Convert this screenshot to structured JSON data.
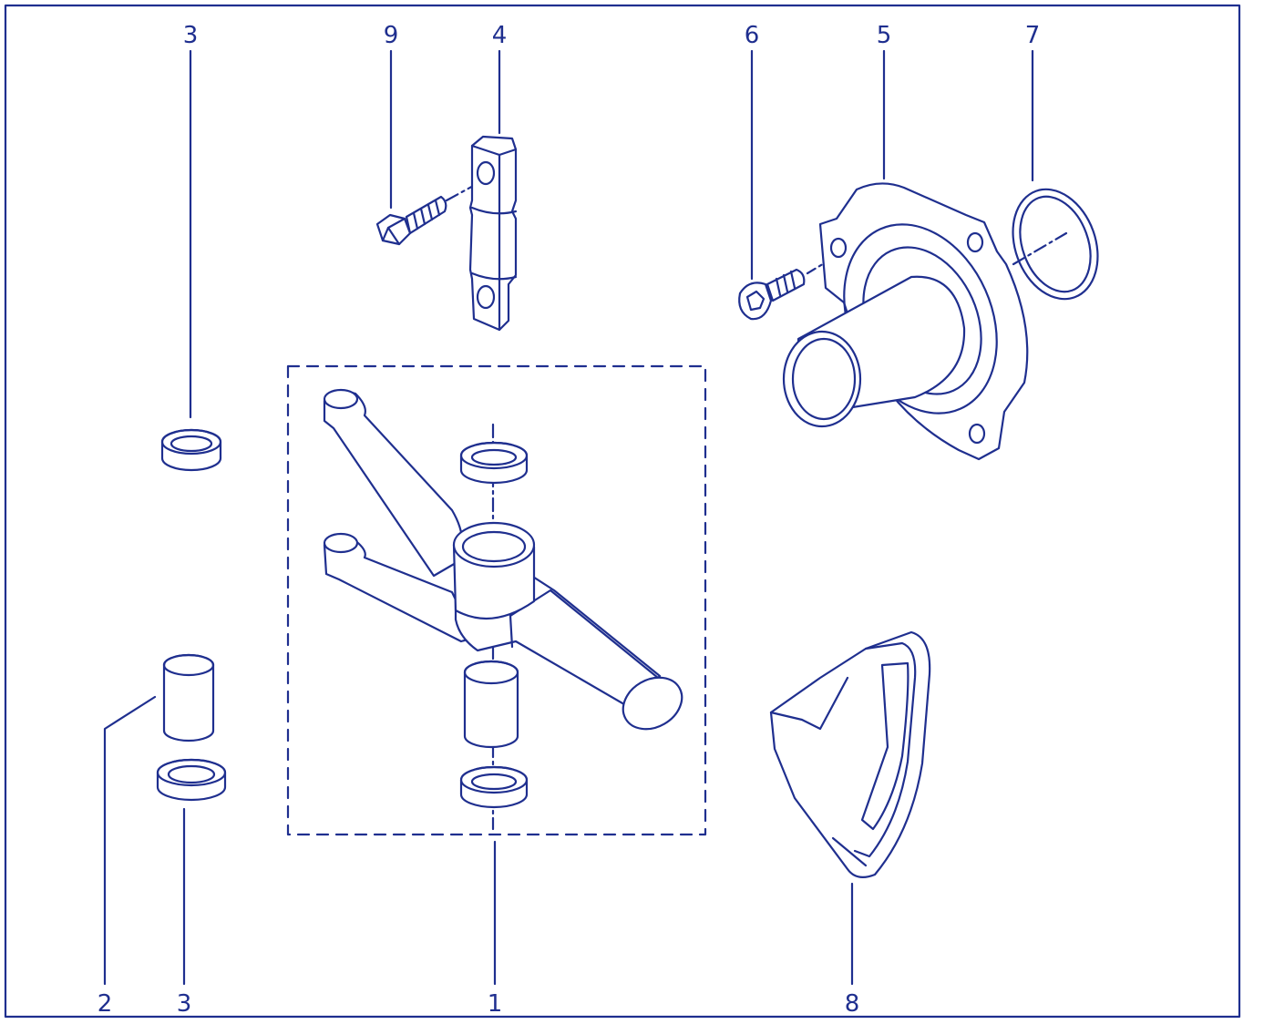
{
  "colors": {
    "ink": "#1f2f8f",
    "paper": "#ffffff"
  },
  "callouts": {
    "top": {
      "bushing_ring_upper": "3",
      "bolt": "9",
      "pivot_pin": "4",
      "socket_screw": "6",
      "guide_tube": "5",
      "o_ring": "7"
    },
    "bottom": {
      "sleeve_bushing": "2",
      "bushing_ring_lower": "3",
      "release_fork_assembly": "1",
      "rubber_boot": "8"
    }
  }
}
